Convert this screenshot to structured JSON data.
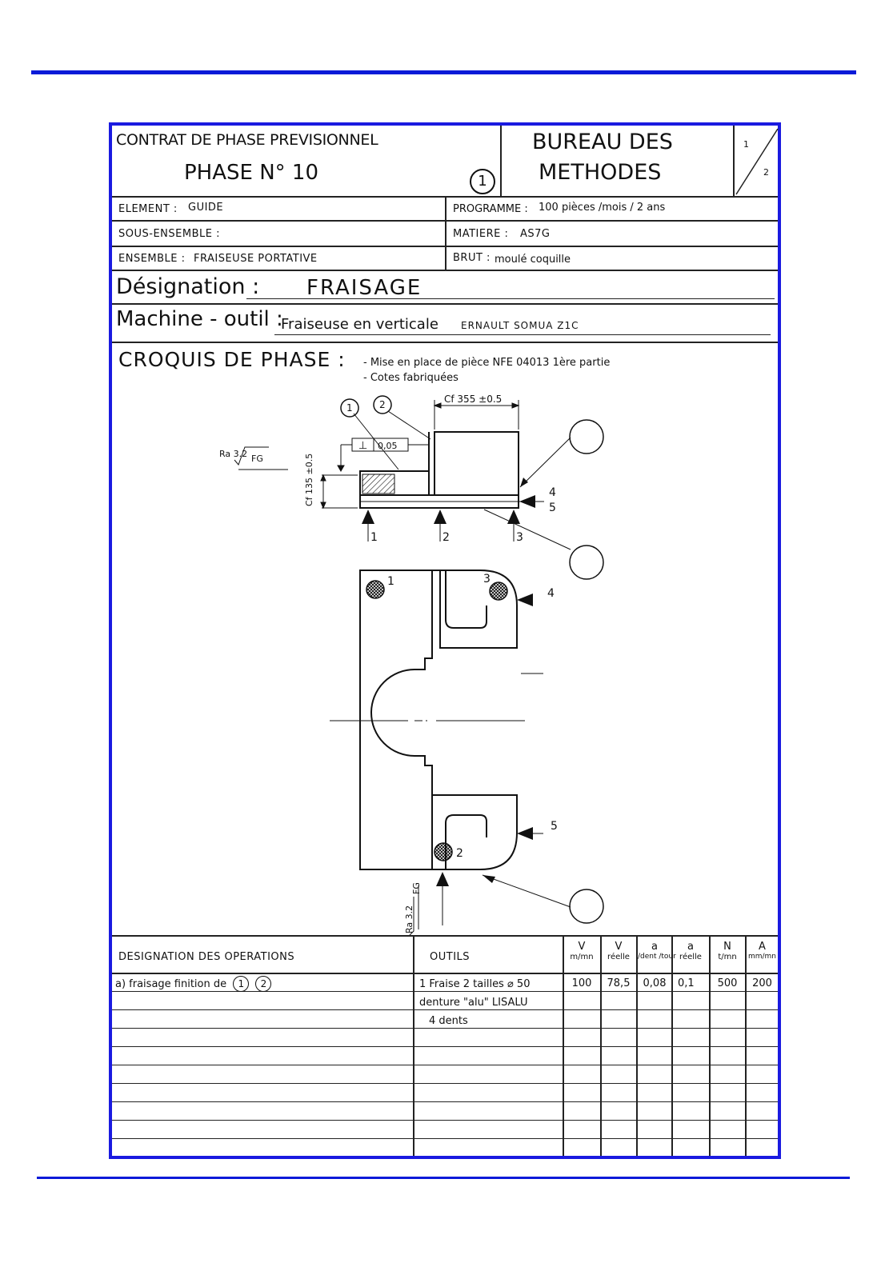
{
  "header": {
    "contract_title": "CONTRAT DE PHASE  PREVISIONNEL",
    "phase": "PHASE N° 10",
    "phase_circle": "1",
    "bureau_line1": "BUREAU  DES",
    "bureau_line2": "METHODES",
    "page_num": "1",
    "page_total": "2"
  },
  "info": {
    "element_label": "ELEMENT :",
    "element_value": "GUIDE",
    "programme_label": "PROGRAMME :",
    "programme_value": "100 pièces /mois / 2 ans",
    "sous_ensemble_label": "SOUS-ENSEMBLE :",
    "matiere_label": "MATIERE :",
    "matiere_value": "AS7G",
    "ensemble_label": "ENSEMBLE :",
    "ensemble_value": "FRAISEUSE   PORTATIVE",
    "brut_label": "BRUT :",
    "brut_value": "moulé  coquille"
  },
  "designation": {
    "label": "Désignation :",
    "value": "FRAISAGE"
  },
  "machine": {
    "label": "Machine - outil :",
    "value": "Fraiseuse en verticale",
    "model": "ERNAULT  SOMUA  Z1C"
  },
  "croquis": {
    "label": "CROQUIS  DE  PHASE :",
    "note1": "- Mise en place de pièce  NFE 04013    1ère partie",
    "note2": "- Cotes  fabriquées",
    "dim_top": "Cf 355 ±0.5",
    "dim_side": "Cf 135 ±0.5",
    "tolerance_symbol": "⊥",
    "tolerance_value": "0,05",
    "roughness_top": "Ra 3.2",
    "roughness_fg": "FG",
    "roughness_bottom": "Ra 3.2",
    "surf_1": "1",
    "surf_2": "2",
    "support_1": "1",
    "support_2": "2",
    "support_3": "3",
    "support_4": "4",
    "support_5": "5"
  },
  "table": {
    "headers": {
      "designation": "DESIGNATION  DES  OPERATIONS",
      "outils": "OUTILS",
      "v_top": "V",
      "v_bottom": "m/mn",
      "vr_top": "V",
      "vr_bottom": "réelle",
      "a_top": "a",
      "a_bottom": "/dent /tour",
      "ar_top": "a",
      "ar_bottom": "réelle",
      "n_top": "N",
      "n_bottom": "t/mn",
      "A_top": "A",
      "A_bottom": "mm/mn"
    },
    "row1": {
      "operation": "a)  fraisage   finition de",
      "c1": "1",
      "c2": "2",
      "outil": "1 Fraise  2 tailles  ⌀ 50",
      "v": "100",
      "vr": "78,5",
      "a": "0,08",
      "ar": "0,1",
      "n": "500",
      "A": "200"
    },
    "row2_outil": "denture \"alu\"  LISALU",
    "row3_outil": "4  dents"
  }
}
